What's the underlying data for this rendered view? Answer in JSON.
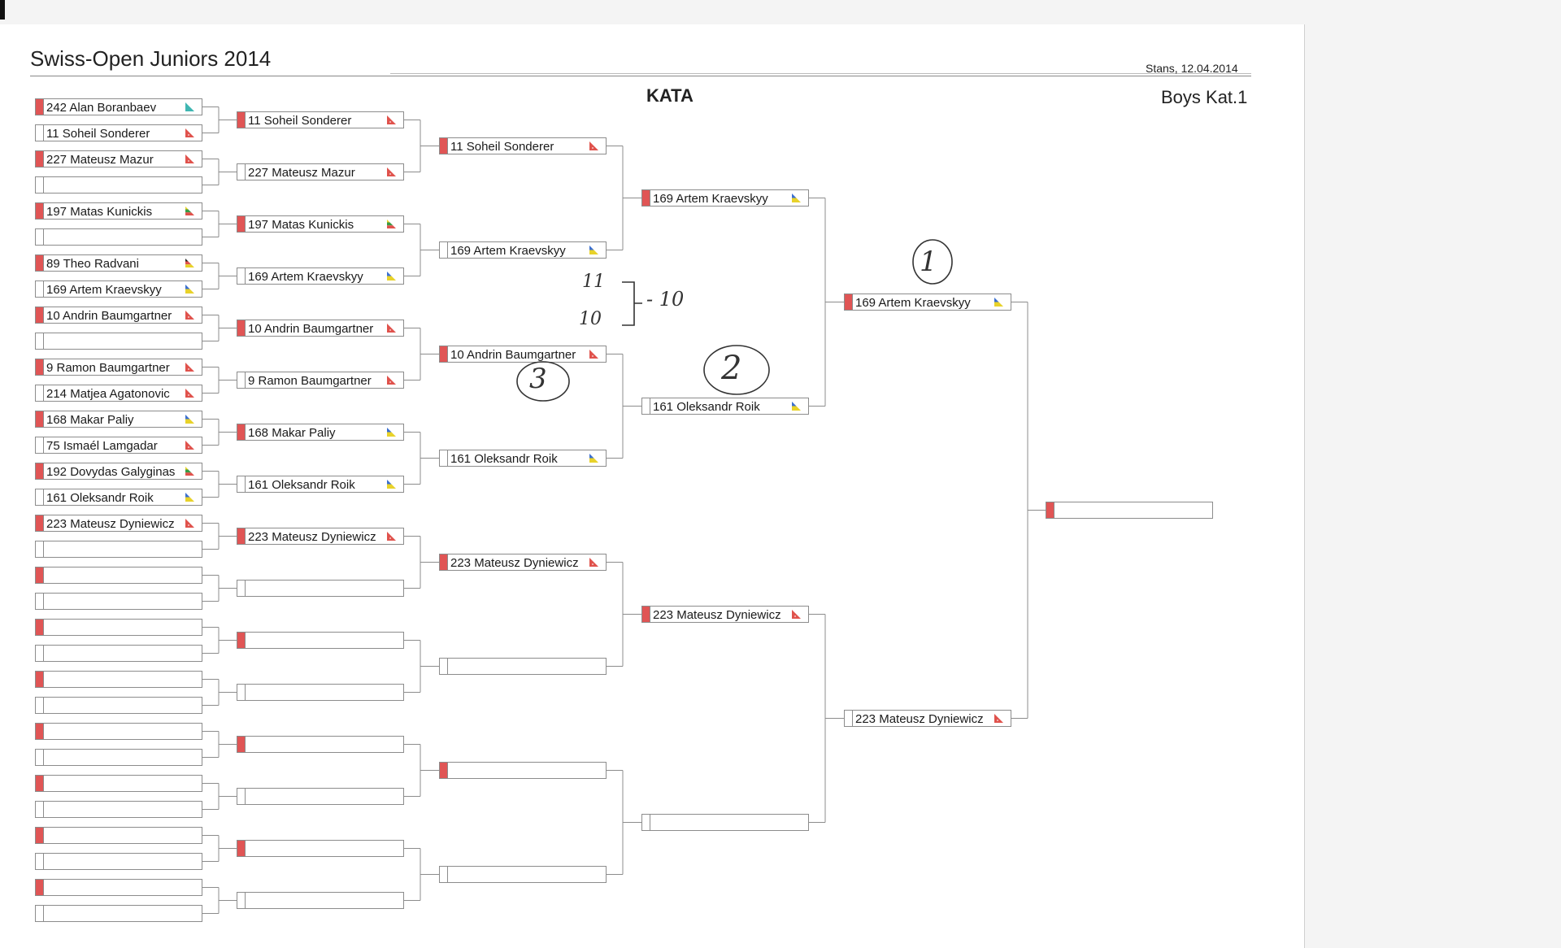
{
  "header": {
    "title": "Swiss-Open Juniors 2014",
    "place_date": "Stans, 12.04.2014",
    "discipline": "KATA",
    "category": "Boys Kat.1"
  },
  "colors": {
    "marker": "#e05555",
    "flag_teal": "#3fb6b2",
    "flag_red": "#e0524c",
    "flag_yellow": "#e8d22a",
    "flag_blue": "#3b6fd0",
    "flag_green": "#3a9a44",
    "flag_black": "#222222"
  },
  "rounds": [
    {
      "name": "round-1",
      "entries": [
        {
          "text": "242 Alan Boranbaev",
          "flag": "teal",
          "marked": true
        },
        {
          "text": "11 Soheil Sonderer",
          "flag": "red",
          "marked": false
        },
        {
          "text": "227 Mateusz Mazur",
          "flag": "red",
          "marked": true
        },
        {
          "text": "",
          "flag": "",
          "marked": false
        },
        {
          "text": "197 Matas Kunickis",
          "flag": "lithuania",
          "marked": true
        },
        {
          "text": "",
          "flag": "",
          "marked": false
        },
        {
          "text": "89 Theo Radvani",
          "flag": "germany",
          "marked": true
        },
        {
          "text": "169 Artem Kraevskyy",
          "flag": "ukraine",
          "marked": false
        },
        {
          "text": "10 Andrin Baumgartner",
          "flag": "red",
          "marked": true
        },
        {
          "text": "",
          "flag": "",
          "marked": false
        },
        {
          "text": "9 Ramon Baumgartner",
          "flag": "red",
          "marked": true
        },
        {
          "text": "214 Matjea Agatonovic",
          "flag": "red",
          "marked": false
        },
        {
          "text": "168 Makar Paliy",
          "flag": "ukraine",
          "marked": true
        },
        {
          "text": "75 Ismaél Lamgadar",
          "flag": "red",
          "marked": false
        },
        {
          "text": "192 Dovydas Galyginas",
          "flag": "lithuania",
          "marked": true
        },
        {
          "text": "161 Oleksandr Roik",
          "flag": "ukraine",
          "marked": false
        },
        {
          "text": "223 Mateusz Dyniewicz",
          "flag": "red",
          "marked": true
        },
        {
          "text": "",
          "flag": "",
          "marked": false
        },
        {
          "text": "",
          "flag": "",
          "marked": true
        },
        {
          "text": "",
          "flag": "",
          "marked": false
        },
        {
          "text": "",
          "flag": "",
          "marked": true
        },
        {
          "text": "",
          "flag": "",
          "marked": false
        },
        {
          "text": "",
          "flag": "",
          "marked": true
        },
        {
          "text": "",
          "flag": "",
          "marked": false
        },
        {
          "text": "",
          "flag": "",
          "marked": true
        },
        {
          "text": "",
          "flag": "",
          "marked": false
        },
        {
          "text": "",
          "flag": "",
          "marked": true
        },
        {
          "text": "",
          "flag": "",
          "marked": false
        },
        {
          "text": "",
          "flag": "",
          "marked": true
        },
        {
          "text": "",
          "flag": "",
          "marked": false
        },
        {
          "text": "",
          "flag": "",
          "marked": true
        },
        {
          "text": "",
          "flag": "",
          "marked": false
        }
      ]
    },
    {
      "name": "round-2",
      "entries": [
        {
          "text": "11 Soheil Sonderer",
          "flag": "red",
          "marked": true
        },
        {
          "text": "227 Mateusz Mazur",
          "flag": "red",
          "marked": false
        },
        {
          "text": "197 Matas Kunickis",
          "flag": "lithuania",
          "marked": true
        },
        {
          "text": "169 Artem Kraevskyy",
          "flag": "ukraine",
          "marked": false
        },
        {
          "text": "10 Andrin Baumgartner",
          "flag": "red",
          "marked": true
        },
        {
          "text": "9 Ramon Baumgartner",
          "flag": "red",
          "marked": false
        },
        {
          "text": "168 Makar Paliy",
          "flag": "ukraine",
          "marked": true
        },
        {
          "text": "161 Oleksandr Roik",
          "flag": "ukraine",
          "marked": false
        },
        {
          "text": "223 Mateusz Dyniewicz",
          "flag": "red",
          "marked": true
        },
        {
          "text": "",
          "flag": "",
          "marked": false
        },
        {
          "text": "",
          "flag": "",
          "marked": true
        },
        {
          "text": "",
          "flag": "",
          "marked": false
        },
        {
          "text": "",
          "flag": "",
          "marked": true
        },
        {
          "text": "",
          "flag": "",
          "marked": false
        },
        {
          "text": "",
          "flag": "",
          "marked": true
        },
        {
          "text": "",
          "flag": "",
          "marked": false
        }
      ]
    },
    {
      "name": "round-3",
      "entries": [
        {
          "text": "11 Soheil Sonderer",
          "flag": "red",
          "marked": true
        },
        {
          "text": "169 Artem Kraevskyy",
          "flag": "ukraine",
          "marked": false
        },
        {
          "text": "10 Andrin Baumgartner",
          "flag": "red",
          "marked": true
        },
        {
          "text": "161 Oleksandr Roik",
          "flag": "ukraine",
          "marked": false
        },
        {
          "text": "223 Mateusz Dyniewicz",
          "flag": "red",
          "marked": true
        },
        {
          "text": "",
          "flag": "",
          "marked": false
        },
        {
          "text": "",
          "flag": "",
          "marked": true
        },
        {
          "text": "",
          "flag": "",
          "marked": false
        }
      ]
    },
    {
      "name": "round-4",
      "entries": [
        {
          "text": "169 Artem Kraevskyy",
          "flag": "ukraine",
          "marked": true
        },
        {
          "text": "161 Oleksandr Roik",
          "flag": "ukraine",
          "marked": false
        },
        {
          "text": "223 Mateusz Dyniewicz",
          "flag": "red",
          "marked": true
        },
        {
          "text": "",
          "flag": "",
          "marked": false
        }
      ]
    },
    {
      "name": "round-5",
      "entries": [
        {
          "text": "169 Artem Kraevskyy",
          "flag": "ukraine",
          "marked": true
        },
        {
          "text": "223 Mateusz Dyniewicz",
          "flag": "red",
          "marked": false
        }
      ]
    },
    {
      "name": "final",
      "entries": [
        {
          "text": "",
          "flag": "",
          "marked": true
        }
      ]
    }
  ],
  "handwriting": {
    "place_1": "1",
    "place_2": "2",
    "place_3": "3",
    "score_a": "11",
    "score_b": "10",
    "score_result": "- 10"
  }
}
